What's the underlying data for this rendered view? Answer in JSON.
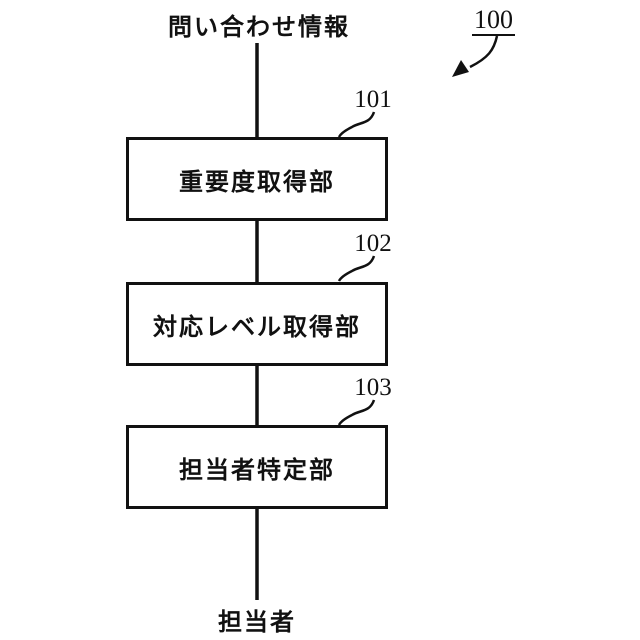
{
  "diagram": {
    "figure_ref": "100",
    "input_label": "問い合わせ情報",
    "output_label": "担当者",
    "blocks": [
      {
        "ref": "101",
        "label": "重要度取得部"
      },
      {
        "ref": "102",
        "label": "対応レベル取得部"
      },
      {
        "ref": "103",
        "label": "担当者特定部"
      }
    ],
    "colors": {
      "line": "#111111",
      "background": "#ffffff"
    }
  }
}
